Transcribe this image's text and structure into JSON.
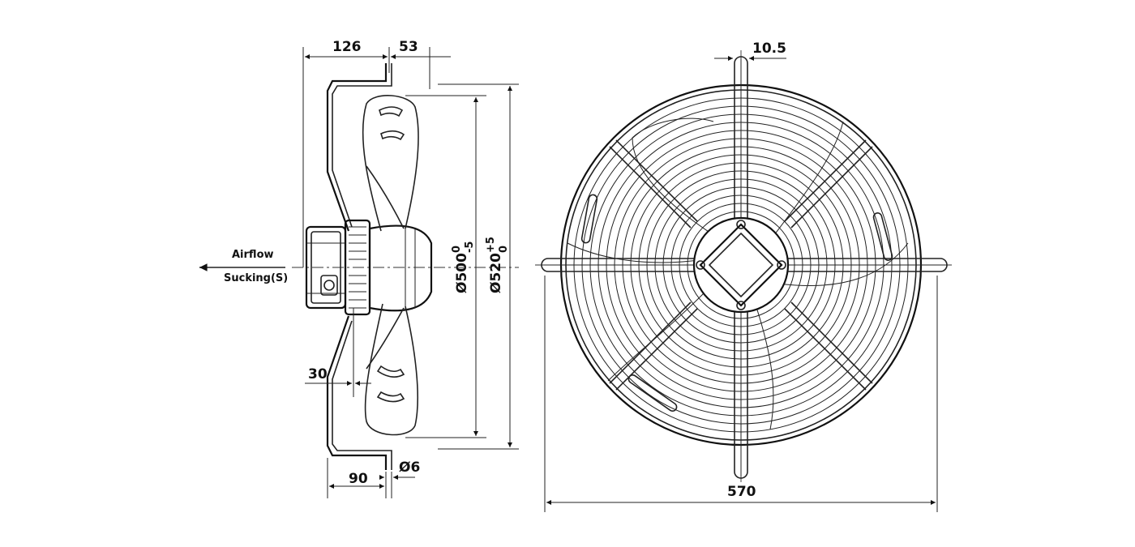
{
  "side_view": {
    "dim_top_left": "126",
    "dim_top_right": "53",
    "dim_blade_offset": "30",
    "dim_bottom": "90",
    "dim_hole": "Ø6",
    "dim_inner_diameter": "Ø500",
    "dim_inner_tol_top": "0",
    "dim_inner_tol_bottom": "-5",
    "dim_outer_diameter": "Ø520",
    "dim_outer_tol_top": "+5",
    "dim_outer_tol_bottom": "0",
    "airflow_label": "Airflow",
    "mode_label": "Sucking(S)"
  },
  "front_view": {
    "dim_width": "570",
    "dim_rod": "10.5"
  }
}
